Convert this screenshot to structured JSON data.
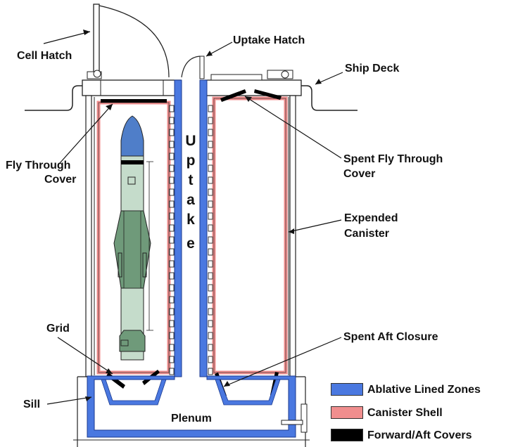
{
  "labels": {
    "cell_hatch": "Cell Hatch",
    "uptake_hatch": "Uptake Hatch",
    "ship_deck": "Ship Deck",
    "fly_through_cover_line1": "Fly Through",
    "fly_through_cover_line2": "Cover",
    "spent_fly_through_cover_line1": "Spent Fly Through",
    "spent_fly_through_cover_line2": "Cover",
    "expended_canister_line1": "Expended",
    "expended_canister_line2": "Canister",
    "grid": "Grid",
    "spent_aft_closure": "Spent Aft Closure",
    "sill": "Sill",
    "plenum": "Plenum",
    "uptake_letters": [
      "U",
      "p",
      "t",
      "a",
      "k",
      "e"
    ]
  },
  "legend": [
    {
      "label": "Ablative Lined Zones",
      "color": "#4a78e0"
    },
    {
      "label": "Canister Shell",
      "color": "#f08e8e"
    },
    {
      "label": "Forward/Aft Covers",
      "color": "#000000"
    }
  ],
  "colors": {
    "ablative": "#4a78e0",
    "canister": "#f08e8e",
    "cover": "#000000",
    "missile_nose": "#4f7ec9",
    "missile_body": "#c5dccb",
    "missile_fins": "#6f9a7a"
  }
}
